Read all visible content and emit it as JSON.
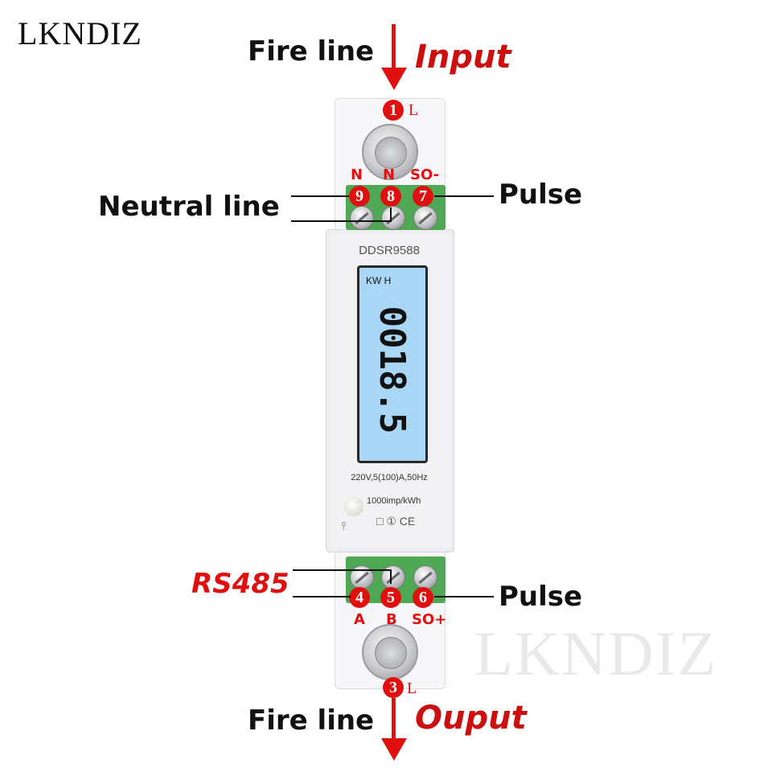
{
  "brand": "LKNDIZ",
  "watermark": "LKNDIZ",
  "device": {
    "model": "DDSR9588",
    "rating": "220V,5(100)A,50Hz",
    "impulse": "1000imp/kWh",
    "certs": "□ ① CE",
    "display_unit": "KW  H",
    "display_value": "0018.5"
  },
  "top": {
    "fire_line": "Fire line",
    "input": "Input",
    "terminal_1": "1",
    "terminal_1_tag": "L",
    "tags": [
      "N",
      "N",
      "SO-"
    ],
    "nums": [
      "9",
      "8",
      "7"
    ],
    "neutral_line": "Neutral line",
    "pulse": "Pulse"
  },
  "bottom": {
    "rs485": "RS485",
    "nums": [
      "4",
      "5",
      "6"
    ],
    "tags": [
      "A",
      "B",
      "SO+"
    ],
    "pulse": "Pulse",
    "terminal_3": "3",
    "terminal_3_tag": "L",
    "fire_line": "Fire line",
    "output": "Ouput"
  },
  "colors": {
    "accent": "#e01010",
    "terminal_green": "#4fa854",
    "lcd": "#a9d6f5"
  }
}
